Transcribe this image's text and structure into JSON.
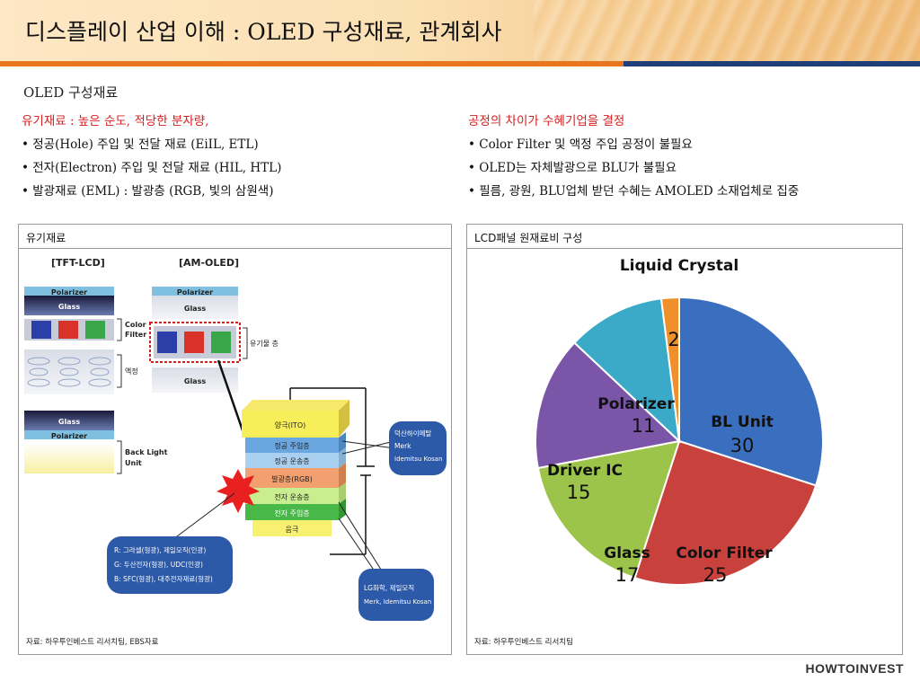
{
  "title": "디스플레이 산업 이해 : OLED 구성재료, 관계회사",
  "section_title": "OLED 구성재료",
  "left": {
    "heading": "유기재료 : 높은 순도, 적당한 분자량,",
    "bullets": [
      "•  정공(Hole) 주입 및 전달 재료 (EiIL, ETL)",
      "•  전자(Electron) 주입 및 전달 재료 (HIL, HTL)",
      "• 발광재료 (EML) : 발광층 (RGB, 빛의 삼원색)"
    ]
  },
  "right": {
    "heading": "공정의 차이가 수혜기업을 결정",
    "bullets": [
      "• Color Filter 및 액정 주입 공정이 불필요",
      "• OLED는 자체발광으로 BLU가 불필요",
      "• 필름, 광원, BLU업체 받던 수혜는 AMOLED 소재업체로 집중"
    ]
  },
  "panel_left": {
    "header": "유기재료",
    "source": "자료: 하우투인베스트 리서치팀, EBS자료",
    "diagram": {
      "tft_label": "[TFT-LCD]",
      "amoled_label": "[AM-OLED]",
      "polarizer": "Polarizer",
      "glass": "Glass",
      "color_filter": "Color\nFilter",
      "liquid_crystal": "액정",
      "organic_layer": "유기물 층",
      "back_light": "Back Light\nUnit",
      "stack_layers": [
        "양극(ITO)",
        "정공 주입층",
        "정공 운송층",
        "발광층(RGB)",
        "전자 운송층",
        "전자 주입층",
        "음극"
      ],
      "callout_top": "덕산하이메탈\nMerk\nIdemitsu Kosan",
      "callout_bottom": "LG화학, 제일모직\nMerk, Idemitsu Kosan",
      "callout_rgb": "R: 그라셀(형광), 제일모직(인광)\nG: 두산전자(형광), UDC(인광)\nB: SFC(형광), 대주전자재료(형광)"
    }
  },
  "panel_right": {
    "header": "LCD패널 원재료비 구성",
    "source": "자료: 하우투인베스트 리서치팀"
  },
  "chart_data": {
    "type": "pie",
    "title": "",
    "categories": [
      "BL Unit",
      "Color Filter",
      "Glass",
      "Driver IC",
      "Polarizer",
      "Liquid Crystal"
    ],
    "values": [
      30,
      25,
      17,
      15,
      11,
      2
    ],
    "colors": [
      "#3a6fbf",
      "#c8413c",
      "#9cc44a",
      "#7a55a8",
      "#3aaac8",
      "#f0902a"
    ]
  },
  "logo": "HOWTOINVEST"
}
